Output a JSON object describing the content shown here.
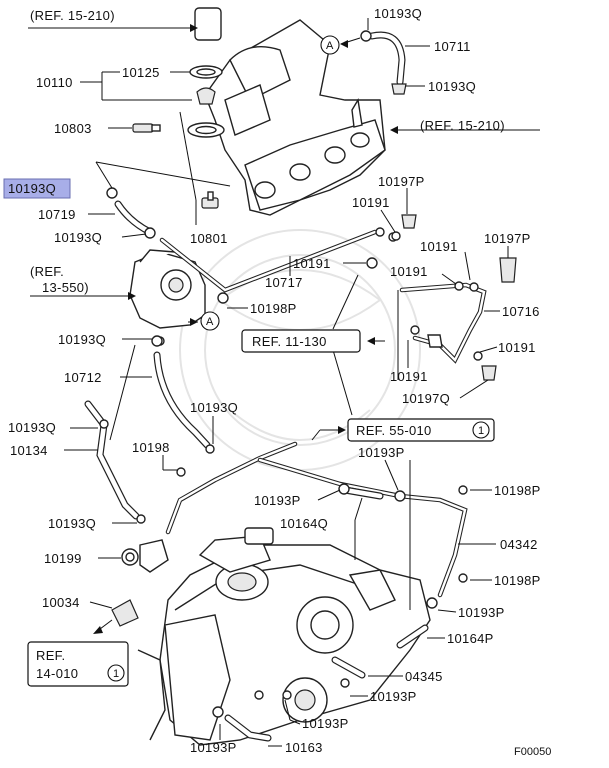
{
  "figure_code": "F00050",
  "highlighted_part": "10193Q",
  "colors": {
    "highlight": "#a8aee8",
    "line": "#111111"
  },
  "references": {
    "ref_15_210_top": "(REF. 15-210)",
    "ref_15_210_right": "(REF. 15-210)",
    "ref_13_550_line1": "(REF.",
    "ref_13_550_line2": "13-550)",
    "ref_11_130": "REF. 11-130",
    "ref_55_010": "REF. 55-010",
    "ref_55_010_circle": "1",
    "ref_14_010_line1": "REF.",
    "ref_14_010_line2": "14-010",
    "ref_14_010_circle": "1"
  },
  "markers": {
    "a_top": "A",
    "a_left": "A"
  },
  "parts": {
    "p10193Q_top": "10193Q",
    "p10711": "10711",
    "p10193Q_right": "10193Q",
    "p10110": "10110",
    "p10125": "10125",
    "p10803": "10803",
    "p10193Q_hl": "10193Q",
    "p10719": "10719",
    "p10193Q_left1": "10193Q",
    "p10801": "10801",
    "p10197P_a": "10197P",
    "p10191_a": "10191",
    "p10191_b": "10191",
    "p10197P_b": "10197P",
    "p10191_c": "10191",
    "p10717": "10717",
    "p10191_d": "10191",
    "p10716": "10716",
    "p10198P_a": "10198P",
    "p10193Q_left2": "10193Q",
    "p10191_e": "10191",
    "p10191_f": "10191",
    "p10712": "10712",
    "p10197Q": "10197Q",
    "p10193Q_left3": "10193Q",
    "p10193Q_mid": "10193Q",
    "p10134": "10134",
    "p10198": "10198",
    "p10193P_a": "10193P",
    "p10193P_b": "10193P",
    "p10198P_b": "10198P",
    "p10193Q_left4": "10193Q",
    "p10164Q": "10164Q",
    "p04342": "04342",
    "p10199": "10199",
    "p10198P_c": "10198P",
    "p10034": "10034",
    "p10193P_c": "10193P",
    "p10164P": "10164P",
    "p04345": "04345",
    "p10193P_d": "10193P",
    "p10193P_e": "10193P",
    "p10193P_f": "10193P",
    "p10163": "10163"
  }
}
